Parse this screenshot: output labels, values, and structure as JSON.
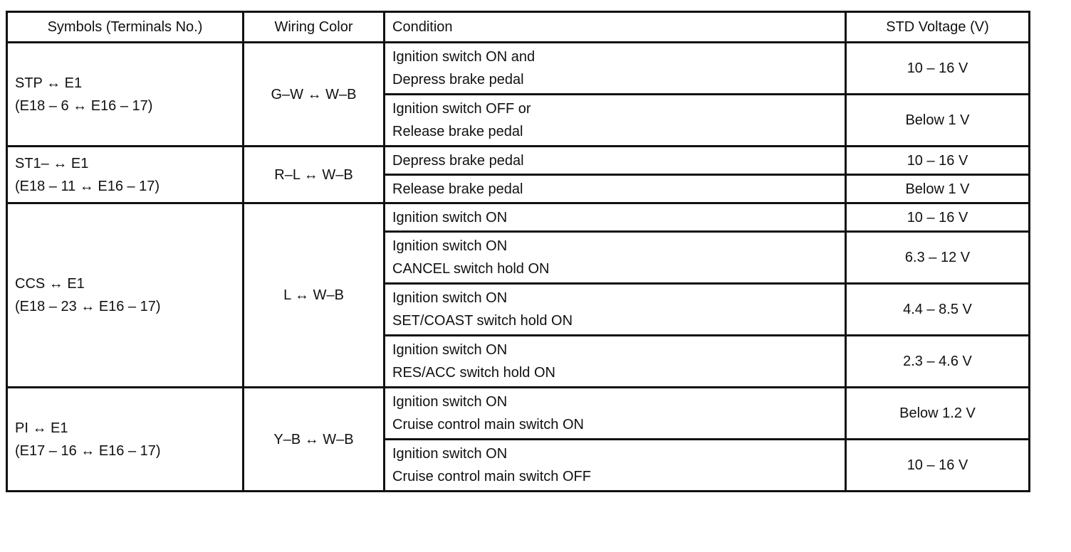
{
  "headers": {
    "symbols": "Symbols (Terminals No.)",
    "wiring": "Wiring Color",
    "condition": "Condition",
    "voltage": "STD Voltage (V)"
  },
  "groups": [
    {
      "symbol": [
        "STP ↔ E1",
        "(E18 – 6 ↔ E16 – 17)"
      ],
      "wiring": "G–W ↔ W–B",
      "rows": [
        {
          "condition": [
            "Ignition switch ON and",
            "Depress brake pedal"
          ],
          "voltage": "10 – 16 V"
        },
        {
          "condition": [
            "Ignition switch OFF or",
            "Release brake pedal"
          ],
          "voltage": "Below 1 V"
        }
      ]
    },
    {
      "symbol": [
        "ST1– ↔ E1",
        "(E18 – 11 ↔ E16 – 17)"
      ],
      "wiring": "R–L ↔ W–B",
      "rows": [
        {
          "condition": [
            "Depress brake pedal"
          ],
          "voltage": "10 – 16 V"
        },
        {
          "condition": [
            "Release brake pedal"
          ],
          "voltage": "Below 1 V"
        }
      ]
    },
    {
      "symbol": [
        "CCS ↔ E1",
        "(E18 – 23 ↔ E16 – 17)"
      ],
      "wiring": "L ↔ W–B",
      "rows": [
        {
          "condition": [
            "Ignition switch ON"
          ],
          "voltage": "10 – 16 V"
        },
        {
          "condition": [
            "Ignition switch ON",
            "CANCEL switch hold ON"
          ],
          "voltage": "6.3 – 12 V"
        },
        {
          "condition": [
            "Ignition switch ON",
            "SET/COAST switch hold ON"
          ],
          "voltage": "4.4 – 8.5 V"
        },
        {
          "condition": [
            "Ignition switch ON",
            "RES/ACC switch hold ON"
          ],
          "voltage": "2.3 – 4.6 V"
        }
      ]
    },
    {
      "symbol": [
        "PI ↔ E1",
        "(E17 – 16 ↔ E16 – 17)"
      ],
      "wiring": "Y–B ↔ W–B",
      "rows": [
        {
          "condition": [
            "Ignition switch ON",
            "Cruise control main switch ON"
          ],
          "voltage": "Below 1.2 V"
        },
        {
          "condition": [
            "Ignition switch ON",
            "Cruise control main switch OFF"
          ],
          "voltage": "10 – 16 V"
        }
      ]
    }
  ]
}
